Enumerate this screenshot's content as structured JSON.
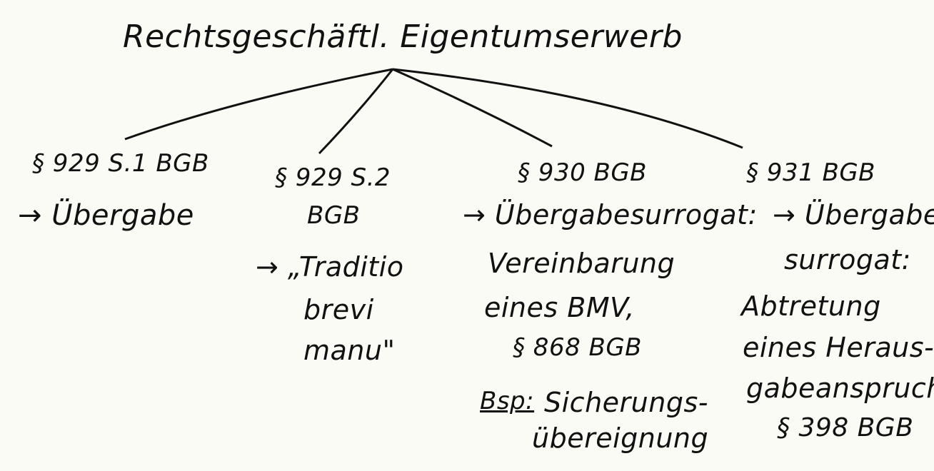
{
  "title": "Rechtsgeschäftl. Eigentumserwerb",
  "branches": [
    {
      "heading": "§ 929 S.1 BGB",
      "lines": [
        "→ Übergabe"
      ]
    },
    {
      "heading": "§ 929 S.2",
      "heading2": "BGB",
      "lines": [
        "→ „Traditio",
        "brevi",
        "manu\""
      ]
    },
    {
      "heading": "§ 930 BGB",
      "lines": [
        "→ Übergabesurrogat:",
        "Vereinbarung",
        "eines BMV,",
        "§ 868 BGB"
      ],
      "example_label": "Bsp:",
      "example": [
        "Sicherungs-",
        "übereignung"
      ]
    },
    {
      "heading": "§ 931 BGB",
      "lines": [
        "→ Übergabe-",
        "surrogat:",
        "Abtretung",
        "eines Heraus-",
        "gabeanspruch",
        "§ 398 BGB"
      ]
    }
  ]
}
